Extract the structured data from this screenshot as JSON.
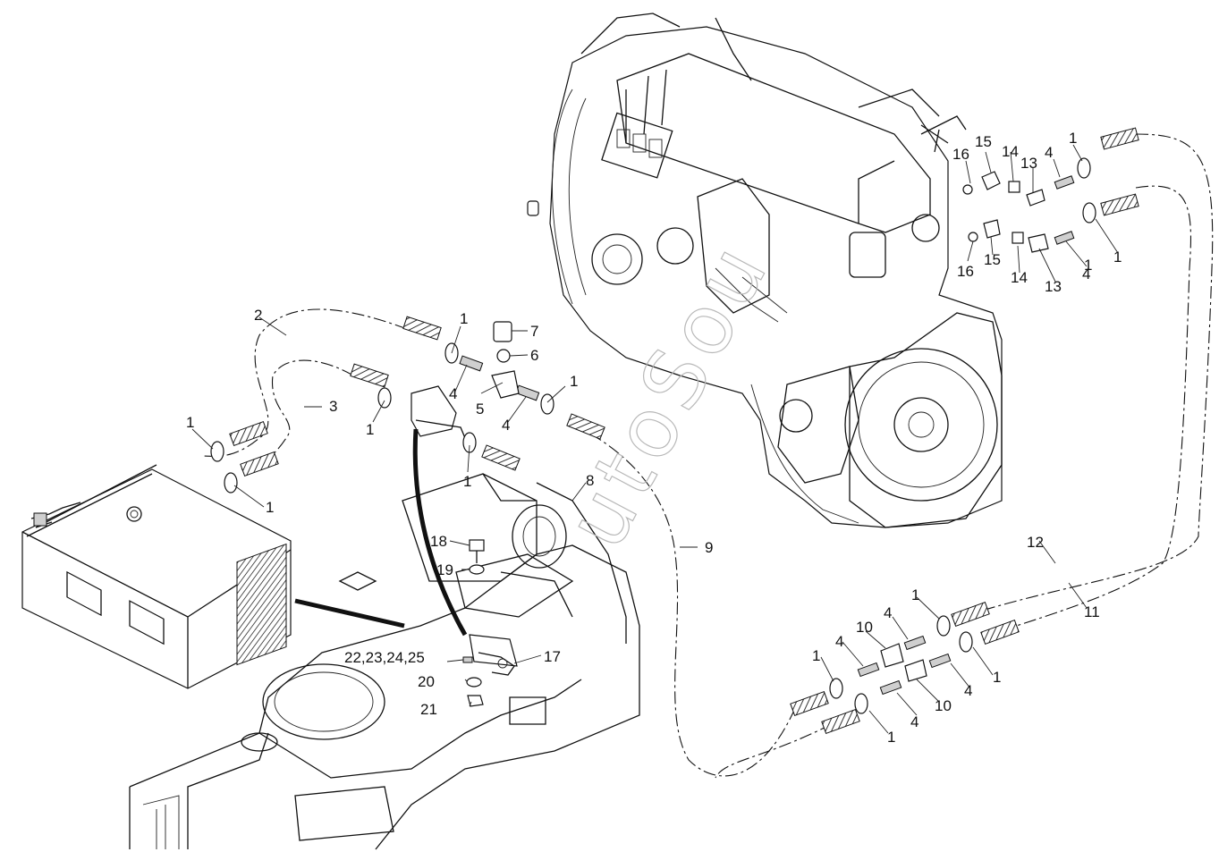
{
  "watermark": "utoSou",
  "labels": [
    {
      "text": "1"
    },
    {
      "text": "1"
    },
    {
      "text": "1"
    },
    {
      "text": "1"
    },
    {
      "text": "1"
    },
    {
      "text": "1"
    },
    {
      "text": "1"
    },
    {
      "text": "1"
    },
    {
      "text": "1"
    },
    {
      "text": "1"
    },
    {
      "text": "1"
    },
    {
      "text": "1"
    },
    {
      "text": "1"
    },
    {
      "text": "2"
    },
    {
      "text": "3"
    },
    {
      "text": "4"
    },
    {
      "text": "4"
    },
    {
      "text": "4"
    },
    {
      "text": "4"
    },
    {
      "text": "4"
    },
    {
      "text": "4"
    },
    {
      "text": "4"
    },
    {
      "text": "4"
    },
    {
      "text": "5"
    },
    {
      "text": "6"
    },
    {
      "text": "7"
    },
    {
      "text": "8"
    },
    {
      "text": "9"
    },
    {
      "text": "10"
    },
    {
      "text": "10"
    },
    {
      "text": "11"
    },
    {
      "text": "12"
    },
    {
      "text": "13"
    },
    {
      "text": "13"
    },
    {
      "text": "14"
    },
    {
      "text": "14"
    },
    {
      "text": "15"
    },
    {
      "text": "15"
    },
    {
      "text": "16"
    },
    {
      "text": "16"
    },
    {
      "text": "17"
    },
    {
      "text": "18"
    },
    {
      "text": "19"
    },
    {
      "text": "20"
    },
    {
      "text": "21"
    },
    {
      "text": "22,23,24,25"
    }
  ]
}
